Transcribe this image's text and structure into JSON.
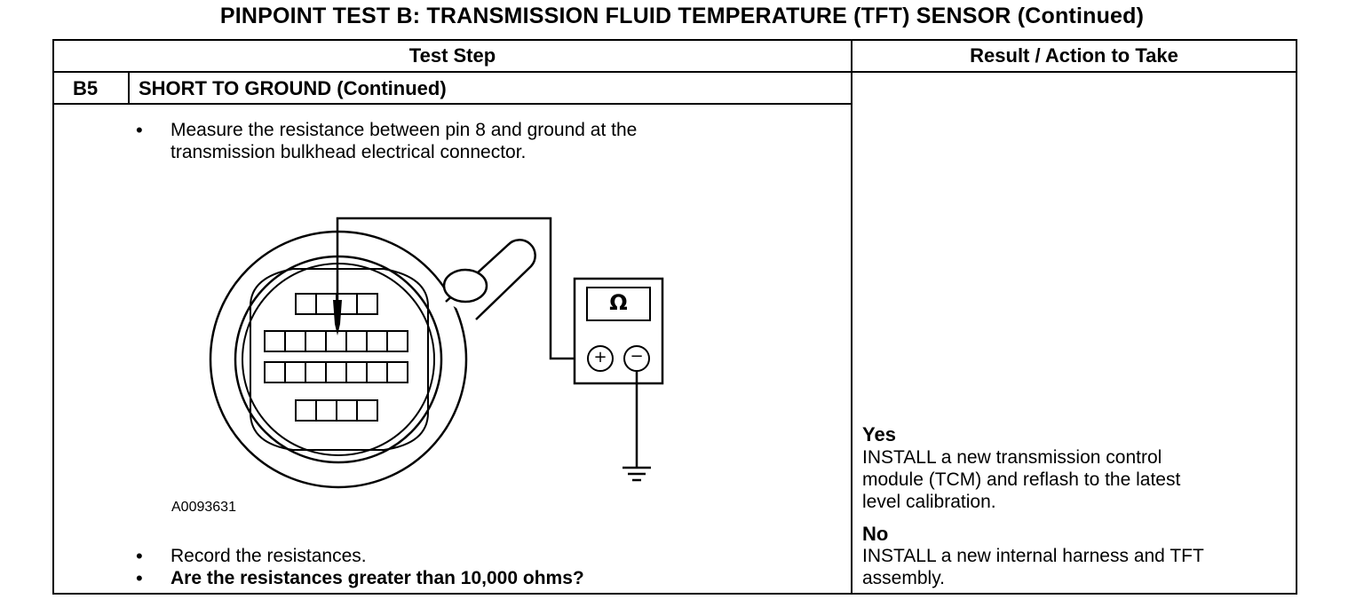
{
  "title": "PINPOINT TEST  B: TRANSMISSION FLUID TEMPERATURE (TFT) SENSOR (Continued)",
  "table": {
    "col_test_step": "Test Step",
    "col_result": "Result / Action to Take",
    "step_id": "B5",
    "step_title": "SHORT TO GROUND (Continued)"
  },
  "steps": {
    "measure_line1": "Measure the resistance between pin 8 and ground at the",
    "measure_line2": "transmission bulkhead electrical connector.",
    "record": "Record the resistances.",
    "question": "Are the resistances greater than 10,000 ohms?"
  },
  "figure": {
    "id": "A0093631",
    "meter_symbol": "Ω",
    "plus": "+",
    "minus": "−"
  },
  "results": {
    "yes_label": "Yes",
    "yes_line1": "INSTALL a new transmission control",
    "yes_line2": "module (TCM) and reflash to the latest",
    "yes_line3": "level calibration.",
    "no_label": "No",
    "no_line1": "INSTALL a new internal harness and TFT",
    "no_line2": "assembly."
  }
}
